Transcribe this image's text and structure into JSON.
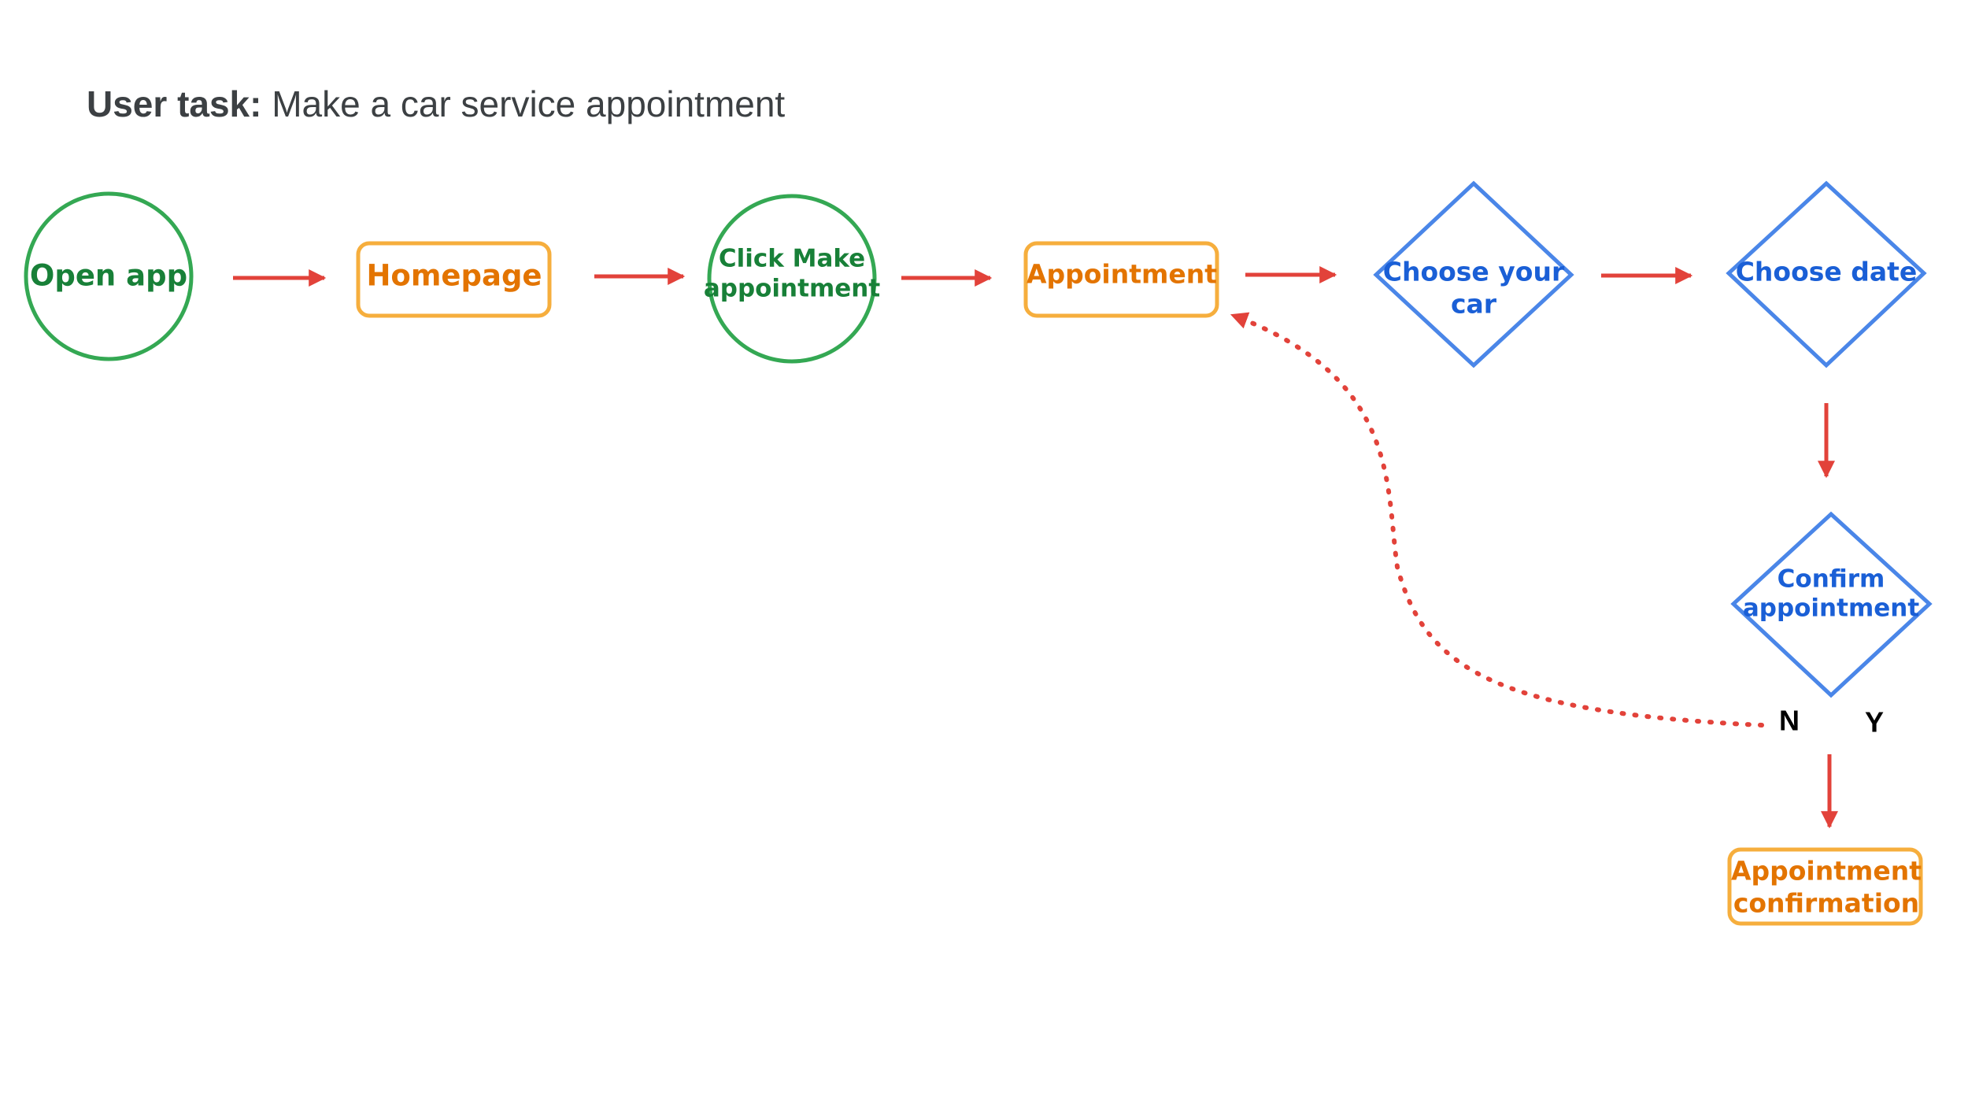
{
  "title": {
    "bold_part": "User task:",
    "rest": " Make a car service appointment"
  },
  "colors": {
    "start_node": "#34a853",
    "page_node": "#f6ae3d",
    "decision_node": "#4a86e8",
    "arrow": "#e2423a",
    "start_text": "#188038",
    "page_text": "#e37400",
    "decision_text": "#1a5fd6"
  },
  "nodes": {
    "open_app": {
      "type": "start",
      "line1": "Open app"
    },
    "homepage": {
      "type": "page",
      "line1": "Homepage"
    },
    "click_make": {
      "type": "start",
      "line1": "Click Make",
      "line2": "appointment"
    },
    "appointment": {
      "type": "page",
      "line1": "Appointment"
    },
    "choose_car": {
      "type": "decision",
      "line1": "Choose your",
      "line2": "car"
    },
    "choose_date": {
      "type": "decision",
      "line1": "Choose date"
    },
    "confirm": {
      "type": "decision",
      "line1": "Confirm",
      "line2": "appointment"
    },
    "confirmation": {
      "type": "page",
      "line1": "Appointment",
      "line2": "confirmation"
    }
  },
  "branches": {
    "no": "N",
    "yes": "Y"
  },
  "edges": [
    {
      "from": "open_app",
      "to": "homepage",
      "style": "solid"
    },
    {
      "from": "homepage",
      "to": "click_make",
      "style": "solid"
    },
    {
      "from": "click_make",
      "to": "appointment",
      "style": "solid"
    },
    {
      "from": "appointment",
      "to": "choose_car",
      "style": "solid"
    },
    {
      "from": "choose_car",
      "to": "choose_date",
      "style": "solid"
    },
    {
      "from": "choose_date",
      "to": "confirm",
      "style": "solid"
    },
    {
      "from": "confirm",
      "to": "confirmation",
      "label": "Y",
      "style": "solid"
    },
    {
      "from": "confirm",
      "to": "appointment",
      "label": "N",
      "style": "dotted"
    }
  ]
}
